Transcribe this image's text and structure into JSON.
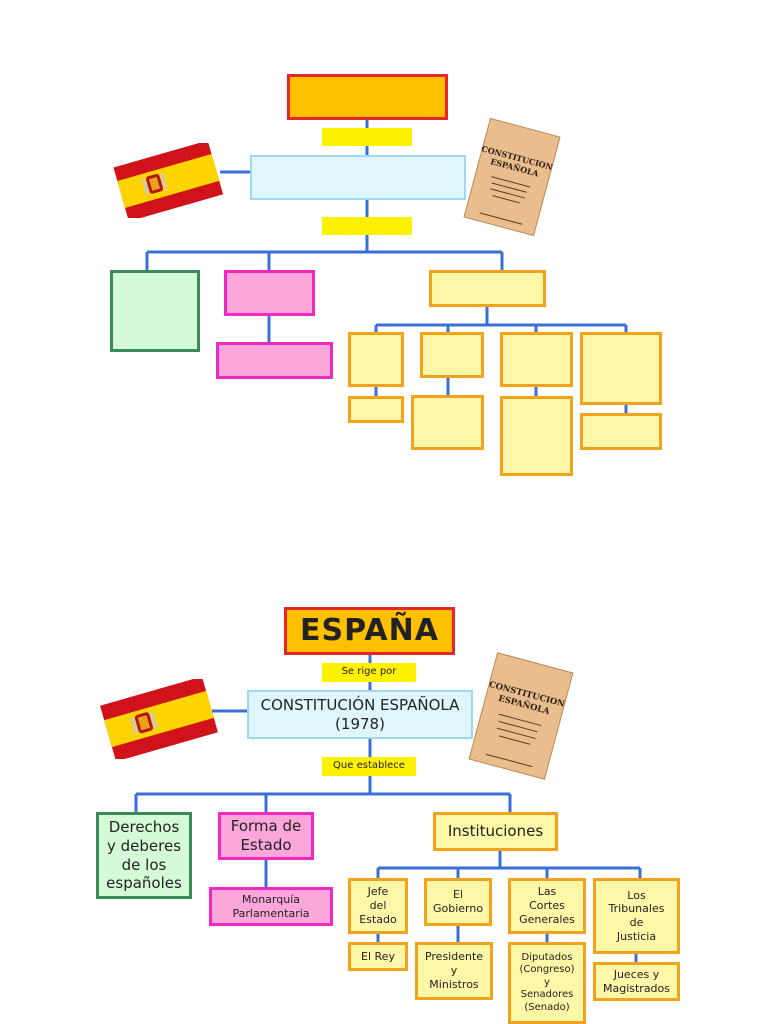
{
  "blank_diagram": {
    "note": ""
  },
  "filled_diagram": {
    "title": "ESPAÑA",
    "connector_top": "Se rige por",
    "constitution": "CONSTITUCIÓN ESPAÑOLA\n(1978)",
    "connector_mid": "Que establece",
    "rights": "Derechos\ny deberes\nde los\nespañoles",
    "state_form": "Forma de\nEstado",
    "monarchy": "Monarquía\nParlamentaria",
    "institutions": "Instituciones",
    "head_of_state": "Jefe\ndel\nEstado",
    "king": "El Rey",
    "government": "El\nGobierno",
    "president": "Presidente\ny\nMinistros",
    "cortes": "Las\nCortes\nGenerales",
    "deputies": "Diputados\n(Congreso)\ny\nSenadores\n(Senado)",
    "courts": "Los\nTribunales\nde\nJusticia",
    "judges": "Jueces y\nMagistrados"
  },
  "book": {
    "title": "CONSTITUCION\nESPAÑOLA"
  },
  "colors": {
    "line": "#3a6fd8",
    "title_fill": "#ffc000",
    "title_border": "#e8262a",
    "tag_fill": "#fff200",
    "const_fill": "#dff6fd",
    "green_fill": "#d5fbd6",
    "pink_fill": "#fca6d9",
    "inst_fill": "#fff7a8",
    "inst_border": "#f3a31b",
    "flag_red": "#d0121b",
    "flag_yellow": "#ffd400"
  }
}
